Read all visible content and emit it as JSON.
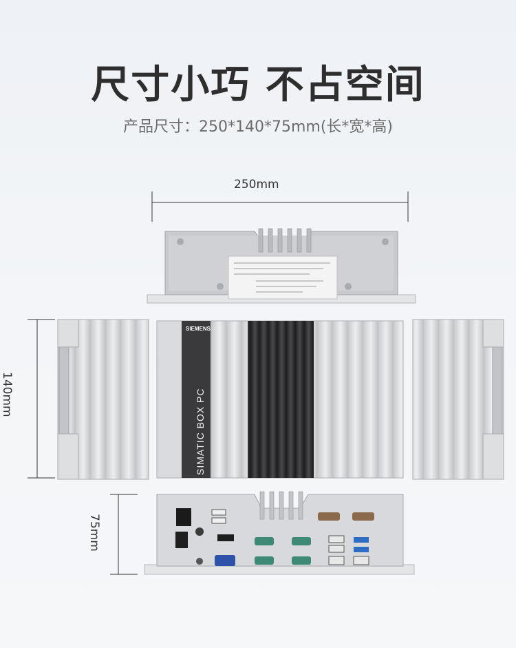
{
  "title": "尺寸小巧 不占空间",
  "subtitle": "产品尺寸：250*140*75mm(长*宽*高)",
  "dimensions": {
    "length_label": "250mm",
    "width_label": "140mm",
    "height_label": "75mm"
  },
  "product": {
    "brand": "SIEMENS",
    "model": "SIMATIC BOX PC"
  },
  "colors": {
    "background": "#eef1f5",
    "title": "#2e2e2e",
    "subtitle": "#6b6b6b",
    "housing": "#d6d8db",
    "heatsink_dark": "#2a2a2c",
    "front_panel": "#3a3a3d"
  }
}
